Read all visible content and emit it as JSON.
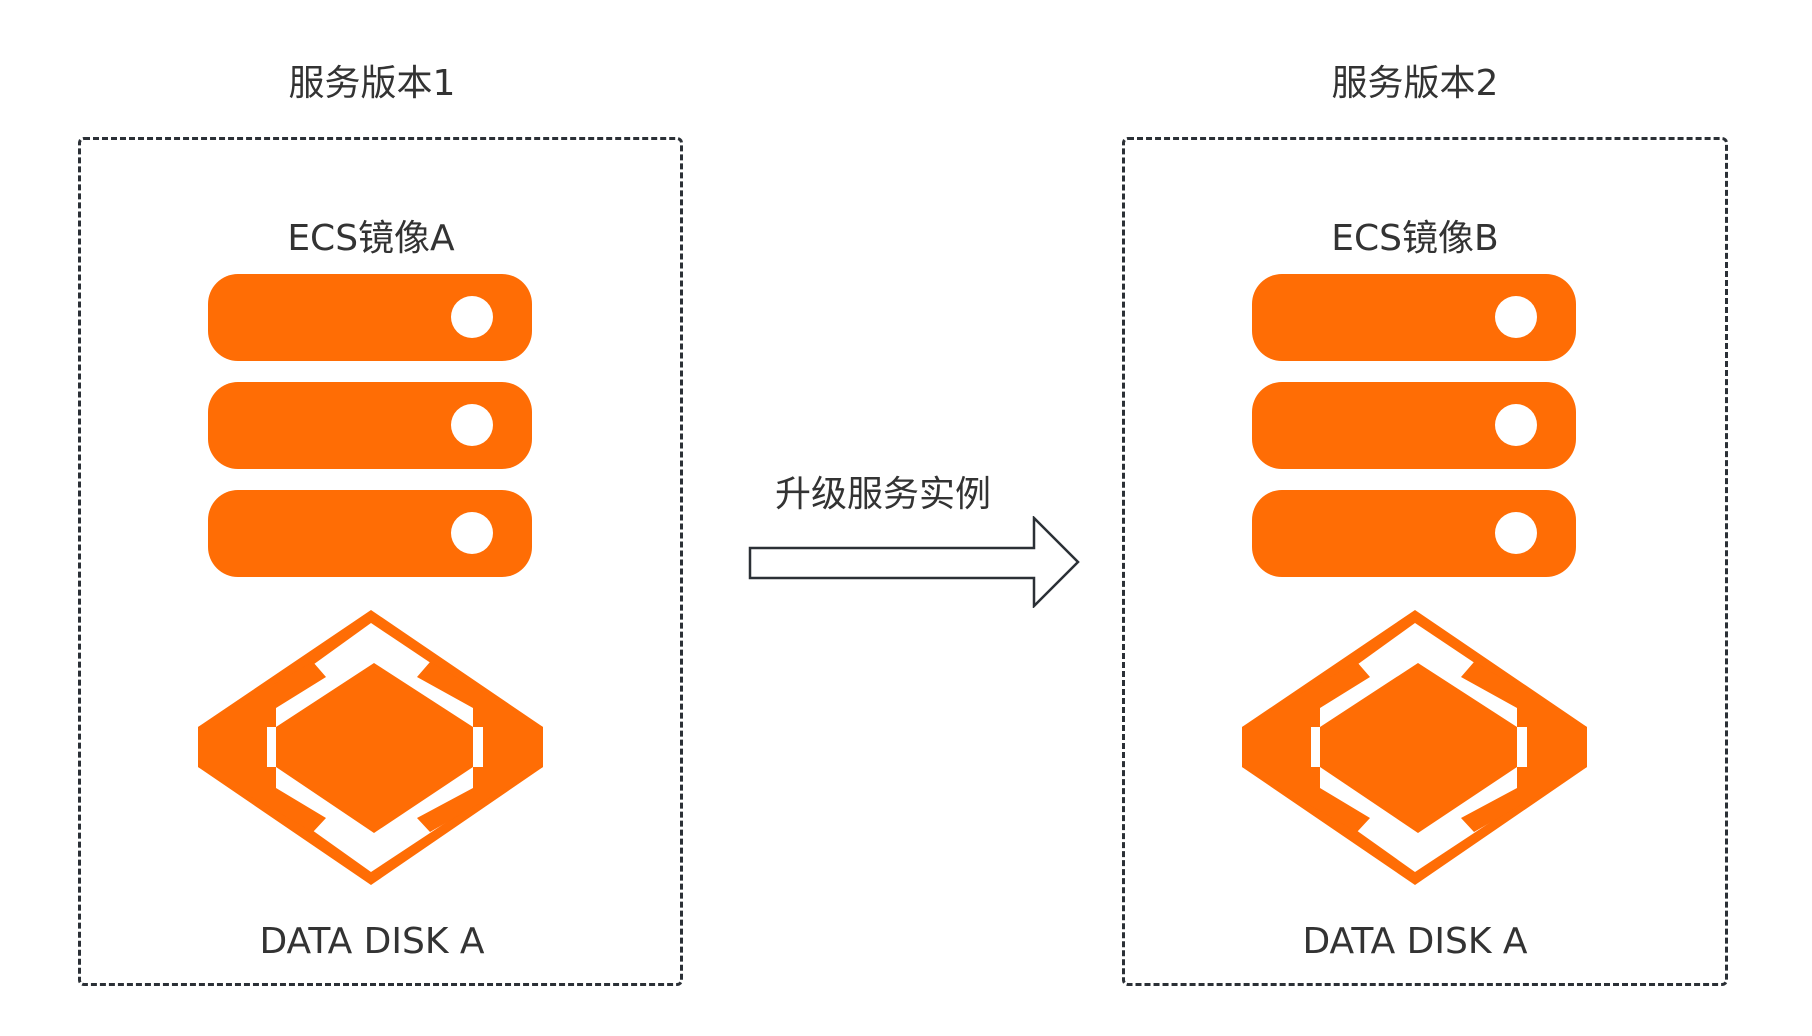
{
  "colors": {
    "accent": "#ff6d05",
    "text": "#333333",
    "frame": "#2b3036",
    "arrow_stroke": "#2b3036"
  },
  "left": {
    "title": "服务版本1",
    "image_label": "ECS镜像A",
    "disk_label": "DATA DISK A",
    "server_icon": "server-stack-icon",
    "disk_icon": "data-disk-icon"
  },
  "right": {
    "title": "服务版本2",
    "image_label": "ECS镜像B",
    "disk_label": "DATA DISK A",
    "server_icon": "server-stack-icon",
    "disk_icon": "data-disk-icon"
  },
  "arrow": {
    "label": "升级服务实例",
    "icon": "right-arrow-icon"
  }
}
